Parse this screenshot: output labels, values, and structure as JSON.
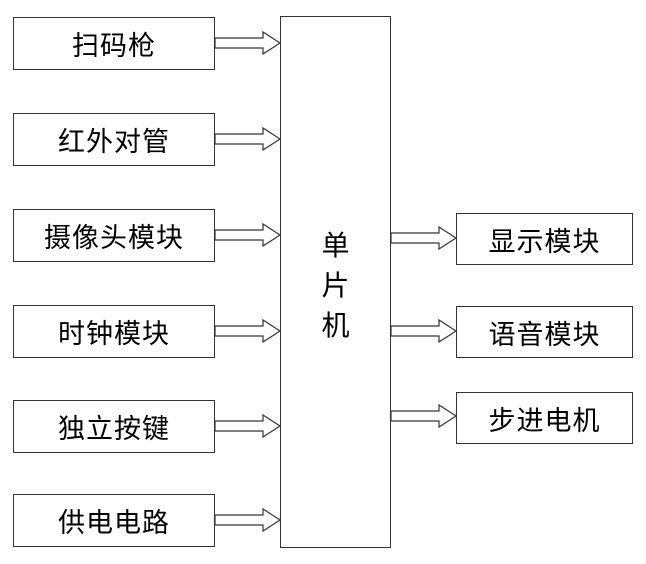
{
  "inputs": [
    "扫码枪",
    "红外对管",
    "摄像头模块",
    "时钟模块",
    "独立按键",
    "供电电路"
  ],
  "mcu": [
    "单",
    "片",
    "机"
  ],
  "outputs": [
    "显示模块",
    "语音模块",
    "步进电机"
  ]
}
